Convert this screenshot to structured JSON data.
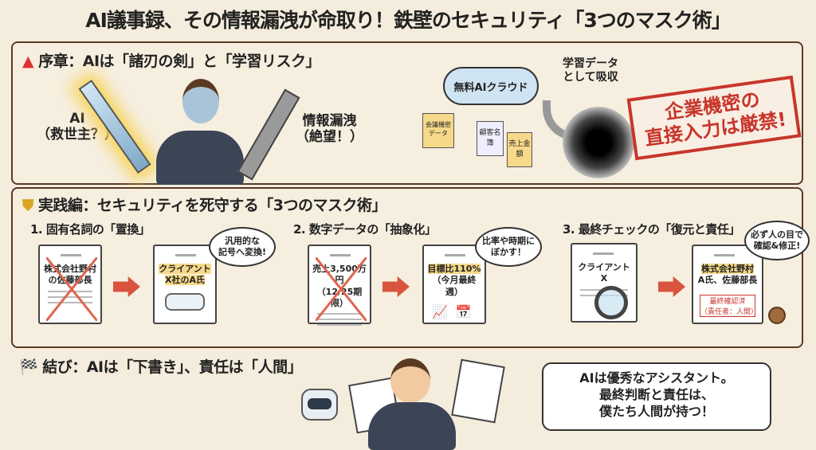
{
  "title": "AI議事録、その情報漏洩が命取り！鉄壁のセキュリティ「3つのマスク術」",
  "intro": {
    "heading": "序章：AIは「諸刃の剣」と「学習リスク」",
    "ai_label": "AI",
    "ai_sub": "（救世主？）",
    "leak_label": "情報漏洩",
    "leak_sub": "（絶望！）",
    "cloud": "無料AIクラウド",
    "docs": [
      "会議機密データ",
      "顧客名簿",
      "売上金額"
    ],
    "absorb": "学習データ\nとして吸収",
    "stamp": [
      "企業機密の",
      "直接入力は厳禁!"
    ]
  },
  "practice": {
    "heading": "実践編：セキュリティを死守する「3つのマスク術」",
    "steps": [
      {
        "title": "1. 固有名詞の「置換」",
        "before": [
          "株式会社野村",
          "の佐藤部長"
        ],
        "after": [
          "クライアント",
          "X社のA氏"
        ],
        "bubble": [
          "汎用的な",
          "記号へ変換!"
        ]
      },
      {
        "title": "2. 数字データの「抽象化」",
        "before": [
          "売上3,500万円",
          "（12/25期限）"
        ],
        "after": [
          "目標比110%",
          "（今月最終週）"
        ],
        "bubble": [
          "比率や時期に",
          "ぼかす！"
        ]
      },
      {
        "title": "3. 最終チェックの「復元と責任」",
        "before": [
          "クライアントX"
        ],
        "after": [
          "株式会社野村",
          "A氏、佐藤部長"
        ],
        "stamp": [
          "最終確認済",
          "（責任者：人間）"
        ],
        "bubble": [
          "必ず人の目で",
          "確認&修正!"
        ]
      }
    ]
  },
  "conclusion": {
    "heading": "結び：AIは「下書き」、責任は「人間」",
    "speech": [
      "AIは優秀なアシスタント。",
      "最終判断と責任は、",
      "僕たち人間が持つ！"
    ]
  },
  "colors": {
    "bg": "#f4ecdc",
    "border": "#5a3a26",
    "red": "#c8352b",
    "arrow": "#d9543f",
    "highlight": "#f6d98a"
  }
}
